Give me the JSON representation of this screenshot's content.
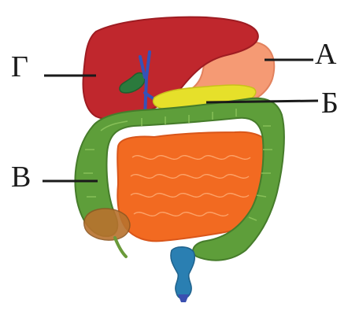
{
  "labels": {
    "a": "А",
    "b": "Б",
    "v": "В",
    "g": "Г"
  },
  "colors": {
    "liver": "#c0272d",
    "stomach": "#f59a74",
    "pancreas": "#e6e02a",
    "colon": "#5e9e3a",
    "small_intestine": "#f26a21",
    "rectum": "#2a7fb2",
    "gallbladder": "#2b7a3d",
    "bile_duct": "#3552b8",
    "appendix_area": "#b8722e",
    "leader_lines": "#1a1a1a"
  }
}
